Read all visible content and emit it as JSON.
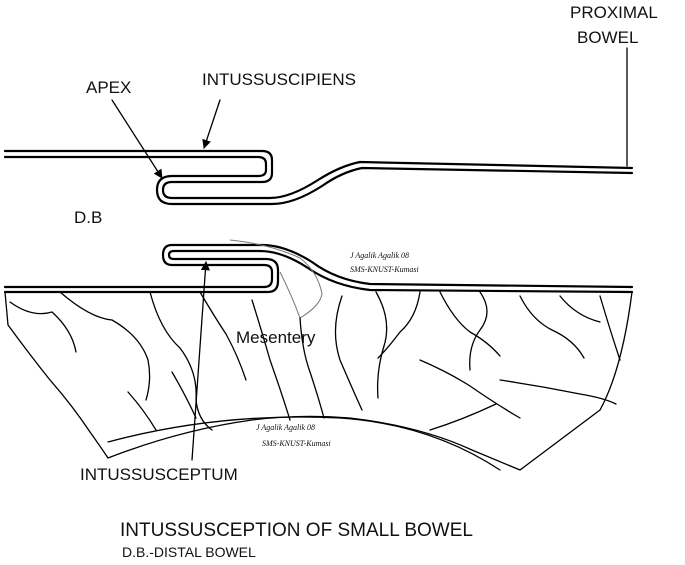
{
  "labels": {
    "proximal_line1": "PROXIMAL",
    "proximal_line2": "BOWEL",
    "apex": "APEX",
    "intussuscipiens": "INTUSSUSCIPIENS",
    "distal_bowel_abbrev": "D.B",
    "mesentery": "Mesentery",
    "intussusceptum": "INTUSSUSCEPTUM",
    "title": "INTUSSUSCEPTION OF SMALL BOWEL",
    "subtitle": "D.B.-DISTAL BOWEL"
  },
  "signatures": [
    {
      "line1": "J Agalik Agalik 08",
      "line2": "SMS-KNUST-Kumasi"
    },
    {
      "line1": "J Agalik Agalik 08",
      "line2": "SMS-KNUST-Kumasi"
    }
  ],
  "colors": {
    "ink": "#000000",
    "background": "#ffffff"
  }
}
